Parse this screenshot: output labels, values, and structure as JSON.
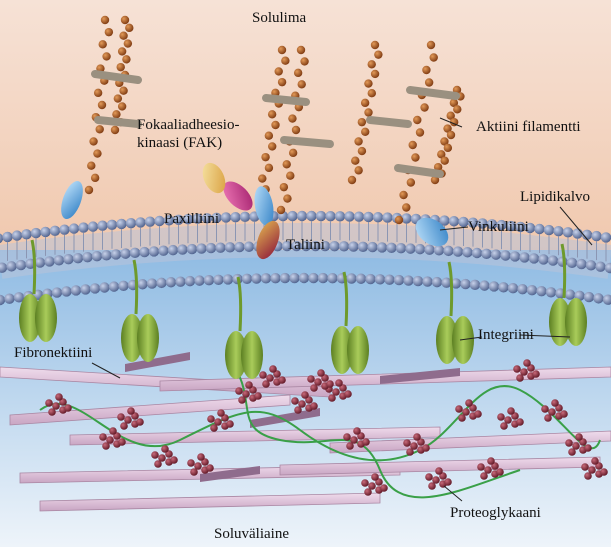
{
  "diagram": {
    "regions": {
      "top": "Solulima",
      "bottom": "Soluväliaine"
    },
    "labels": {
      "fak": "Fokaaliadheesio-kinaasi (FAK)",
      "fak_line1": "Fokaaliadheesio-",
      "fak_line2": "kinaasi (FAK)",
      "actin": "Aktiini filamentti",
      "lipid": "Lipidikalvo",
      "paxillin": "Paxilliini",
      "vinculin": "Vinkuliini",
      "talin": "Taliini",
      "fibronectin": "Fibronektiini",
      "integrin": "Integriini",
      "proteoglycan": "Proteoglykaani"
    }
  },
  "colors": {
    "cytoplasm_top": "#f4d8c8",
    "cytoplasm_bottom": "#f0c3a8",
    "ecm_top": "#9fc4e6",
    "ecm_bottom": "#e5eff8",
    "membrane_bead": "#6f84ae",
    "actin_bead": "#a85a24",
    "integrin": "#7ea33a",
    "fibronectin": "#d8b8d2",
    "proteoglycan": "#8b2f3e",
    "vinculin": "#4aa0dd",
    "talin": "#a22a48",
    "paxillin": "#c8388a",
    "fak": "#e8bc60"
  }
}
